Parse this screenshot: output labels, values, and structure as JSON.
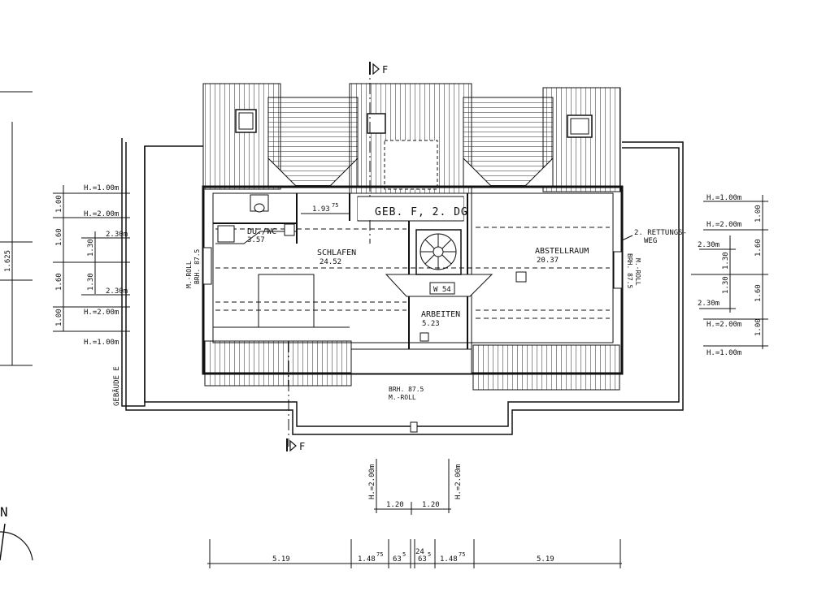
{
  "plan": {
    "title": "GEB. F, 2. DG",
    "section_marker": "F",
    "north_label": "N",
    "building_label": "GEBÄUDE E",
    "rooms": {
      "schlafen": {
        "name": "SCHLAFEN",
        "area": "24.52"
      },
      "duwc": {
        "name": "DU./WC",
        "area": "3.57"
      },
      "abstellraum": {
        "name": "ABSTELLRAUM",
        "area": "20.37"
      },
      "arbeiten": {
        "name": "ARBEITEN",
        "area": "5.23"
      }
    },
    "stair_label": "W 54",
    "rettungsweg": "2. RETTUNGS-",
    "rettungsweg2": "WEG",
    "inner_dim": "1.93",
    "inner_dim_sup": "75",
    "brh_left": "BRH. 87.5",
    "mroll_left": "M.-ROLL",
    "brh_right": "BRH. 87.5",
    "mroll_right": "M.-ROLL",
    "brh_bottom": "BRH. 87.5",
    "mroll_bottom": "M.-ROLL",
    "left_heights": [
      "H.=1.00m",
      "H.=2.00m",
      "2.30m",
      "2.30m",
      "H.=2.00m",
      "H.=1.00m"
    ],
    "left_dims": [
      "1.00",
      "1.60",
      "1.30",
      "1.30",
      "1.60",
      "1.00"
    ],
    "left_outer": "1.625",
    "right_heights": [
      "H.=1.00m",
      "H.=2.00m",
      "2.30m",
      "2.30m",
      "H.=2.00m",
      "H.=1.00m"
    ],
    "right_dims": [
      "1.00",
      "1.60",
      "1.30",
      "1.30",
      "1.60",
      "1.00"
    ],
    "bottom_heights": [
      "H.=2.00m",
      "H.=2.00m"
    ],
    "bottom_small": [
      "1.20",
      "1.20"
    ],
    "bottom_chain": [
      "5.19",
      "1.48",
      "63",
      "24",
      "63",
      "1.48",
      "5.19"
    ],
    "bottom_chain_sup": [
      "",
      "75",
      "5",
      "",
      "5",
      "75",
      ""
    ]
  }
}
